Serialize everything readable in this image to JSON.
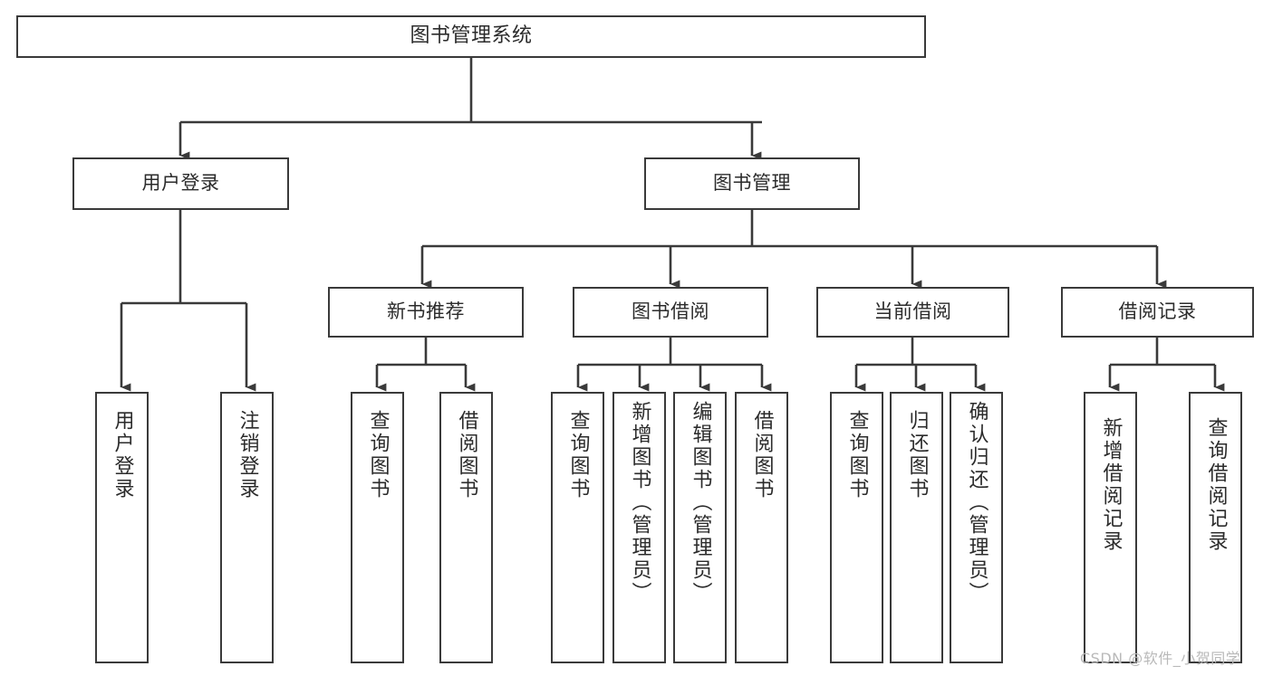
{
  "diagram": {
    "title": "图书管理系统",
    "type": "tree-hierarchy",
    "colors": {
      "stroke": "#3a3a3a",
      "text": "#2b2b2b",
      "background": "#ffffff",
      "watermark": "#b9b9b9"
    },
    "levels": {
      "root": {
        "label": "图书管理系统"
      },
      "level2": [
        {
          "label": "用户登录"
        },
        {
          "label": "图书管理"
        }
      ],
      "level3": [
        {
          "label": "新书推荐"
        },
        {
          "label": "图书借阅"
        },
        {
          "label": "当前借阅"
        },
        {
          "label": "借阅记录"
        }
      ],
      "leaves": [
        {
          "label": "用户登录"
        },
        {
          "label": "注销登录"
        },
        {
          "label": "查询图书"
        },
        {
          "label": "借阅图书"
        },
        {
          "label": "查询图书"
        },
        {
          "label": "新增图书（管理员）"
        },
        {
          "label": "编辑图书（管理员）"
        },
        {
          "label": "借阅图书"
        },
        {
          "label": "查询图书"
        },
        {
          "label": "归还图书"
        },
        {
          "label": "确认归还（管理员）"
        },
        {
          "label": "新增借阅记录"
        },
        {
          "label": "查询借阅记录"
        }
      ]
    },
    "edges": [
      {
        "from": "图书管理系统",
        "to": "用户登录"
      },
      {
        "from": "图书管理系统",
        "to": "图书管理"
      },
      {
        "from": "用户登录",
        "to": "用户登录"
      },
      {
        "from": "用户登录",
        "to": "注销登录"
      },
      {
        "from": "图书管理",
        "to": "新书推荐"
      },
      {
        "from": "图书管理",
        "to": "图书借阅"
      },
      {
        "from": "图书管理",
        "to": "当前借阅"
      },
      {
        "from": "图书管理",
        "to": "借阅记录"
      },
      {
        "from": "新书推荐",
        "to": "查询图书"
      },
      {
        "from": "新书推荐",
        "to": "借阅图书"
      },
      {
        "from": "图书借阅",
        "to": "查询图书"
      },
      {
        "from": "图书借阅",
        "to": "新增图书（管理员）"
      },
      {
        "from": "图书借阅",
        "to": "编辑图书（管理员）"
      },
      {
        "from": "图书借阅",
        "to": "借阅图书"
      },
      {
        "from": "当前借阅",
        "to": "查询图书"
      },
      {
        "from": "当前借阅",
        "to": "归还图书"
      },
      {
        "from": "当前借阅",
        "to": "确认归还（管理员）"
      },
      {
        "from": "借阅记录",
        "to": "新增借阅记录"
      },
      {
        "from": "借阅记录",
        "to": "查询借阅记录"
      }
    ]
  },
  "watermark": {
    "text": "CSDN @软件_小贺同学"
  }
}
